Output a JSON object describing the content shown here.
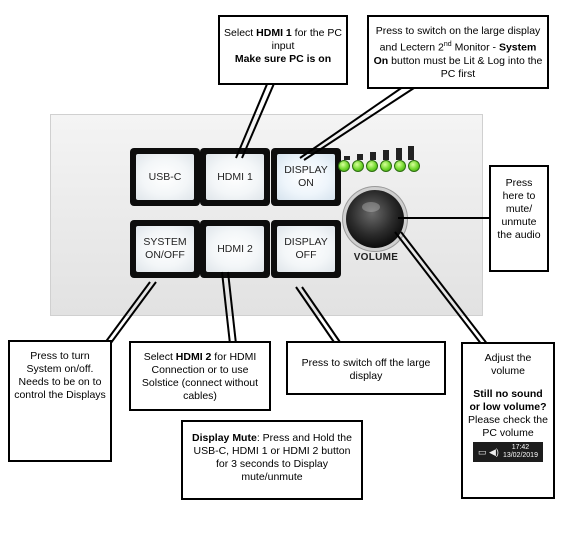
{
  "buttons": [
    {
      "id": "usb-c",
      "label": "USB-C"
    },
    {
      "id": "hdmi-1",
      "label": "HDMI 1"
    },
    {
      "id": "display-on",
      "label": "DISPLAY\nON"
    },
    {
      "id": "system-onoff",
      "label": "SYSTEM\nON/OFF"
    },
    {
      "id": "hdmi-2",
      "label": "HDMI 2"
    },
    {
      "id": "display-off",
      "label": "DISPLAY\nOFF"
    }
  ],
  "volume": {
    "label": "VOLUME",
    "led_count": 6
  },
  "callouts": {
    "hdmi1": {
      "p1_a": "Select ",
      "p1_b": "HDMI 1",
      "p1_c": " for the PC input",
      "p2": "Make sure PC is on"
    },
    "display_on": {
      "p1": "Press to switch on the large display and Lectern 2",
      "sup": "nd",
      "p1_end": " Monitor",
      "p2_a": "- ",
      "p2_b": "System On",
      "p2_c": " button must be Lit & Log into the PC first"
    },
    "mute": {
      "text": "Press here to mute/ unmute the audio"
    },
    "system": {
      "text": "Press to turn System on/off. Needs to be on to control the Displays"
    },
    "hdmi2": {
      "a": "Select ",
      "b": "HDMI 2",
      "c": " for HDMI Connection or to use Solstice (connect without cables)"
    },
    "display_off": {
      "text": "Press to switch off the large display"
    },
    "display_mute": {
      "a": "Display Mute",
      "b": ": Press and Hold the USB-C, HDMI 1 or HDMI 2 button for 3 seconds to Display mute/unmute"
    },
    "volume": {
      "a": "Adjust the volume",
      "b": "Still no sound or low volume?",
      "c": "Please check the PC volume",
      "time": "17:42",
      "date": "13/02/2019"
    }
  }
}
